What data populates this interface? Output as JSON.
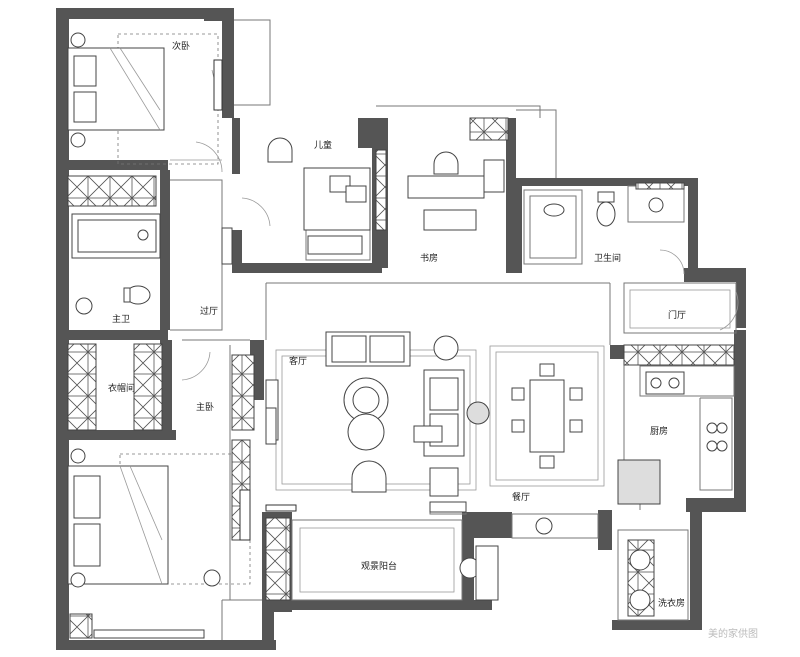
{
  "rooms": {
    "second_bedroom": "次卧",
    "kids_room": "儿童",
    "study": "书房",
    "bathroom": "卫生间",
    "corridor": "过厅",
    "master_bath": "主卫",
    "entrance": "门厅",
    "cloakroom": "衣帽间",
    "living_room": "客厅",
    "master_bedroom": "主卧",
    "kitchen": "厨房",
    "dining_room": "餐厅",
    "balcony": "观景阳台",
    "laundry": "洗衣房"
  },
  "watermark": "美的家供图"
}
